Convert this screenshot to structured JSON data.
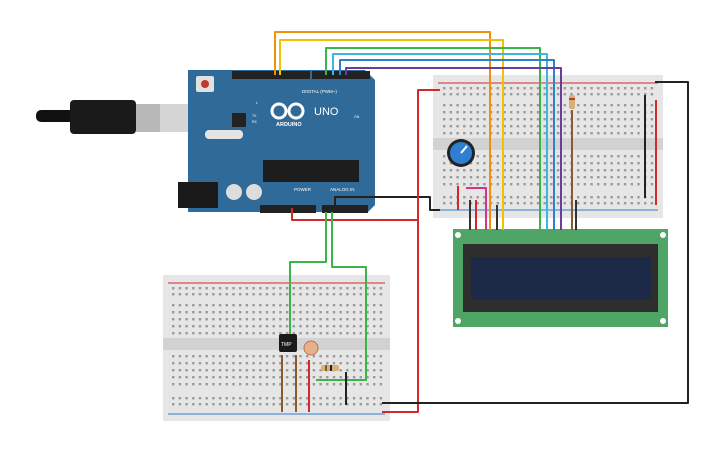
{
  "arduino": {
    "model": "UNO",
    "brand": "ARDUINO",
    "digital_label": "DIGITAL (PWM~)",
    "power_label": "POWER",
    "analog_label": "ANALOG IN",
    "on_label": "ON",
    "led_l": "L",
    "led_tx": "TX",
    "led_rx": "RX",
    "board_color": "#2f6a98"
  },
  "sensor": {
    "label": "TMP"
  },
  "colors": {
    "breadboard": "#e6e6e6",
    "lcd_pcb": "#4fa565",
    "lcd_screen": "#1c2a48",
    "wire_red": "#d22a2a",
    "wire_black": "#333333",
    "wire_orange": "#f0900c",
    "wire_yellow": "#f2c200",
    "wire_green": "#3ab54a",
    "wire_cyan": "#3cb4e6",
    "wire_blue": "#2f7fd0",
    "wire_purple": "#6a3c9c",
    "wire_brown": "#8b5a2b",
    "wire_pink": "#d6338a"
  }
}
